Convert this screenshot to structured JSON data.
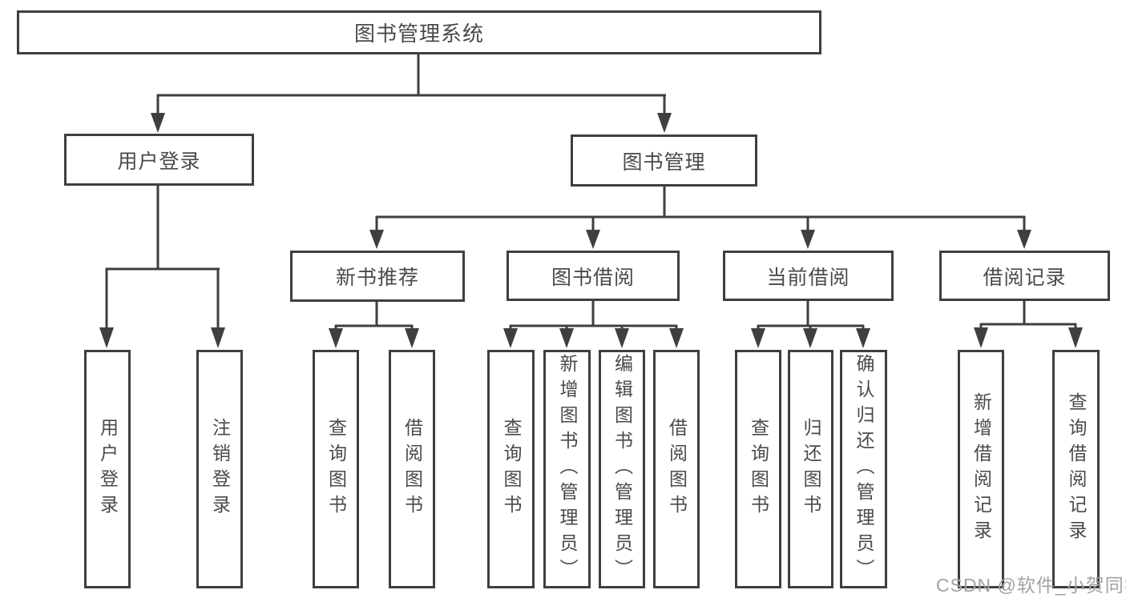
{
  "diagram": {
    "title": "图书管理系统",
    "colors": {
      "line": "#3f3f3f",
      "text": "#4a4a4a",
      "background": "#ffffff"
    },
    "root": {
      "label": "图书管理系统"
    },
    "level1": [
      {
        "id": "user-login",
        "label": "用户登录"
      },
      {
        "id": "book-management",
        "label": "图书管理"
      }
    ],
    "level2": [
      {
        "id": "new-book-recommend",
        "label": "新书推荐"
      },
      {
        "id": "book-borrow",
        "label": "图书借阅"
      },
      {
        "id": "current-borrow",
        "label": "当前借阅"
      },
      {
        "id": "borrow-records",
        "label": "借阅记录"
      }
    ],
    "leaves": {
      "user_login": [
        "用户登录",
        "注销登录"
      ],
      "new_book_recommend": [
        "查询图书",
        "借阅图书"
      ],
      "book_borrow": [
        "查询图书",
        "新增图书（管理员）",
        "编辑图书（管理员）",
        "借阅图书"
      ],
      "current_borrow": [
        "查询图书",
        "归还图书",
        "确认归还（管理员）"
      ],
      "borrow_records": [
        "新增借阅记录",
        "查询借阅记录"
      ]
    }
  },
  "watermark": {
    "text": "CSDN @软件_小贺同学",
    "color": "#a2a2a2"
  }
}
